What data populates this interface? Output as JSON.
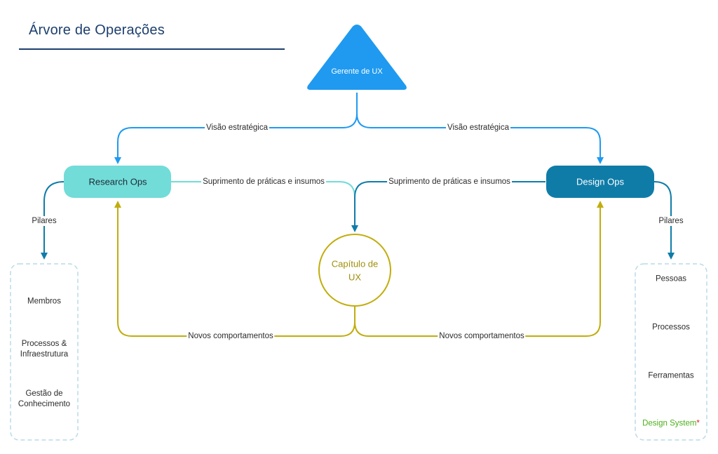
{
  "title": "Árvore de Operações",
  "nodes": {
    "manager": "Gerente de UX",
    "research_ops": "Research Ops",
    "design_ops": "Design Ops",
    "chapter_line1": "Capítulo de",
    "chapter_line2": "UX"
  },
  "edges": {
    "vision_left": "Visão estratégica",
    "vision_right": "Visão estratégica",
    "supply_left": "Suprimento de práticas e insumos",
    "supply_right": "Suprimento de práticas e insumos",
    "behaviors_left": "Novos comportamentos",
    "behaviors_right": "Novos comportamentos",
    "pillars_left": "Pilares",
    "pillars_right": "Pilares"
  },
  "research_pillars": [
    {
      "line1": "Membros",
      "line2": ""
    },
    {
      "line1": "Processos &",
      "line2": "Infraestrutura"
    },
    {
      "line1": "Gestão de",
      "line2": "Conhecimento"
    }
  ],
  "design_pillars": {
    "items": [
      "Pessoas",
      "Processos",
      "Ferramentas"
    ],
    "highlight": "Design System",
    "highlight_mark": "*"
  },
  "colors": {
    "manager_blue": "#1f9af0",
    "research_teal": "#72dcd8",
    "design_blue": "#0f7ca8",
    "chapter_gold": "#c1ad0d",
    "pillar_border": "#b9dbe8",
    "design_system_green": "#4caf1a",
    "asterisk_red": "#e02020",
    "title_navy": "#1d3f6e"
  }
}
